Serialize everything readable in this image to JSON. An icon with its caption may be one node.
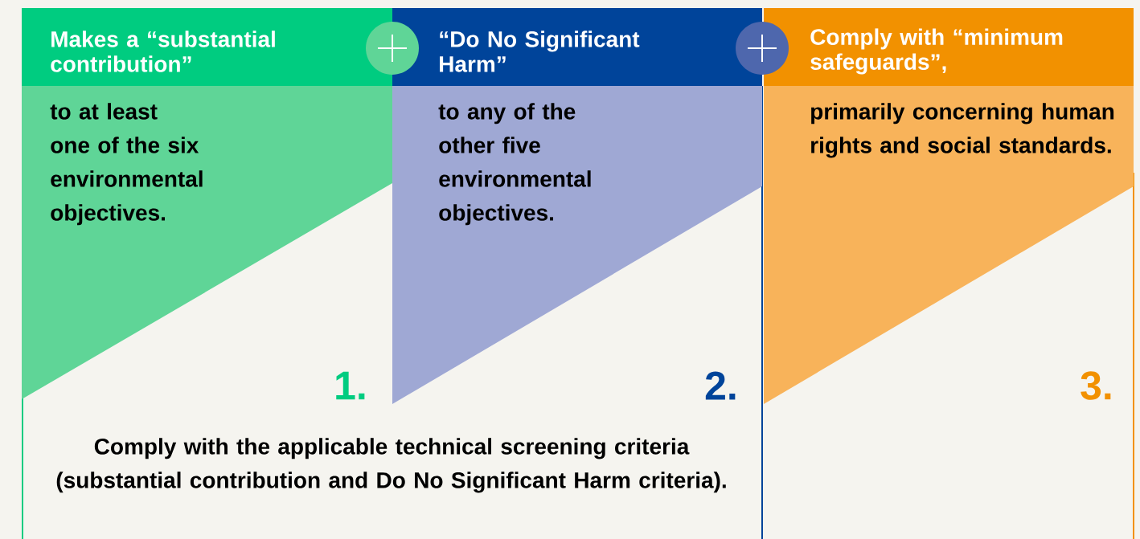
{
  "diagram": {
    "nodes": [
      {
        "text": [
          "Makes a “substantial contribution”",
          "to at least one of the six environmental objectives."
        ],
        "beside": [
          "1."
        ]
      },
      {
        "text": [
          "“Do No Significant Harm”",
          "to any of the other five environmental objectives."
        ],
        "beside": [
          "2."
        ]
      },
      {
        "text": [
          "Comply with “minimum safeguards”,",
          "primarily concerning human rights and social standards."
        ],
        "beside": [
          "3."
        ]
      },
      {
        "text": [
          "Comply with the applicable technical screening criteria (substantial contribution and Do No Significant Harm criteria)."
        ]
      }
    ]
  }
}
